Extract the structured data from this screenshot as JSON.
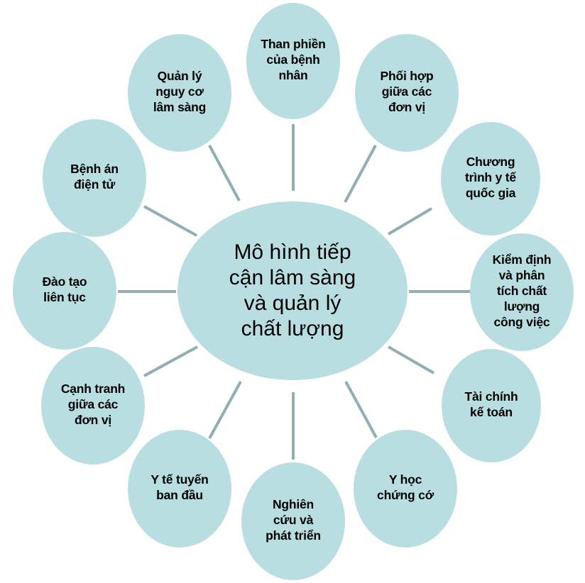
{
  "diagram": {
    "type": "hub-and-spoke",
    "colors": {
      "node_fill": "#b9dee2",
      "connector": "#8fafb3",
      "text": "#000000"
    },
    "center": {
      "label": "Mô hình tiếp\ncận lâm sàng\nvà quản lý\nchất lượng"
    },
    "nodes": [
      {
        "id": "than-phien",
        "label": "Than phiền\ncủa bệnh\nnhân"
      },
      {
        "id": "phoi-hop",
        "label": "Phối hợp\ngiữa các\nđơn vị"
      },
      {
        "id": "chuong-trinh",
        "label": "Chương\ntrình y tế\nquốc gia"
      },
      {
        "id": "kiem-dinh",
        "label": "Kiểm định\nvà phân\ntích chất\nlượng\ncông việc"
      },
      {
        "id": "tai-chinh",
        "label": "Tài chính\nkế toán"
      },
      {
        "id": "y-hoc",
        "label": "Y học\nchứng cớ"
      },
      {
        "id": "nghien-cuu",
        "label": "Nghiên\ncứu và\nphát triển"
      },
      {
        "id": "y-te-tuyen",
        "label": "Y tế tuyến\nban đầu"
      },
      {
        "id": "canh-tranh",
        "label": "Cạnh tranh\ngiữa các\nđơn vị"
      },
      {
        "id": "dao-tao",
        "label": "Đào tạo\nliên tục"
      },
      {
        "id": "benh-an",
        "label": "Bệnh án\nđiện tử"
      },
      {
        "id": "quan-ly",
        "label": "Quản lý\nnguy cơ\nlâm sàng"
      }
    ]
  }
}
